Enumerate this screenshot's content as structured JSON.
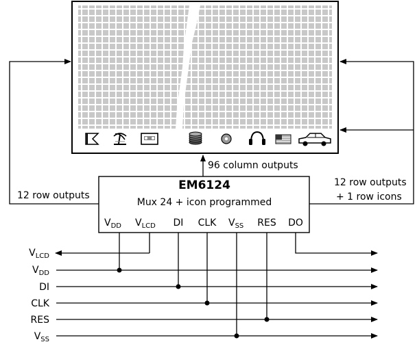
{
  "chip": {
    "name": "EM6124",
    "subtitle": "Mux 24 + icon programmed",
    "pins": [
      "V",
      "V",
      "DI",
      "CLK",
      "V",
      "RES",
      "DO"
    ],
    "pin_subs": [
      "DD",
      "LCD",
      "",
      "",
      "SS",
      "",
      ""
    ]
  },
  "labels": {
    "column_outputs": "96 column outputs",
    "left_rows": "12 row outputs",
    "right_rows_1": "12 row outputs",
    "right_rows_2": "+ 1 row icons"
  },
  "bus": {
    "names": [
      "V",
      "V",
      "DI",
      "CLK",
      "RES",
      "V"
    ],
    "subs": [
      "LCD",
      "DD",
      "",
      "",
      "",
      "SS"
    ]
  },
  "icons": [
    "flag-icon",
    "palm-tree-icon",
    "cassette-icon",
    "disk-stack-icon",
    "compact-disc-icon",
    "headphones-icon",
    "us-flag-icon",
    "car-icon"
  ]
}
